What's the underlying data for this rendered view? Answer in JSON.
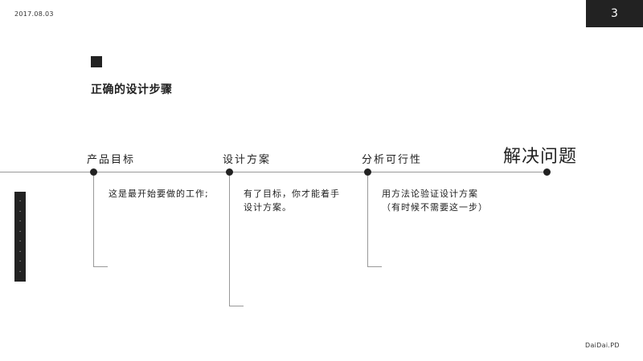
{
  "header": {
    "date": "2017.08.03",
    "page_number": "3"
  },
  "title": "正确的设计步骤",
  "steps": [
    {
      "label": "产品目标",
      "description": [
        "这是最开始要做的工作;"
      ]
    },
    {
      "label": "设计方案",
      "description": [
        "有了目标，你才能着手",
        "设计方案。"
      ]
    },
    {
      "label": "分析可行性",
      "description": [
        "用方法论验证设计方案",
        "（有时候不需要这一步）"
      ]
    },
    {
      "label": "解决问题",
      "description": []
    }
  ],
  "footer": {
    "brand": "DaiDai.PD"
  },
  "colors": {
    "dark": "#222222",
    "line": "#999999"
  }
}
